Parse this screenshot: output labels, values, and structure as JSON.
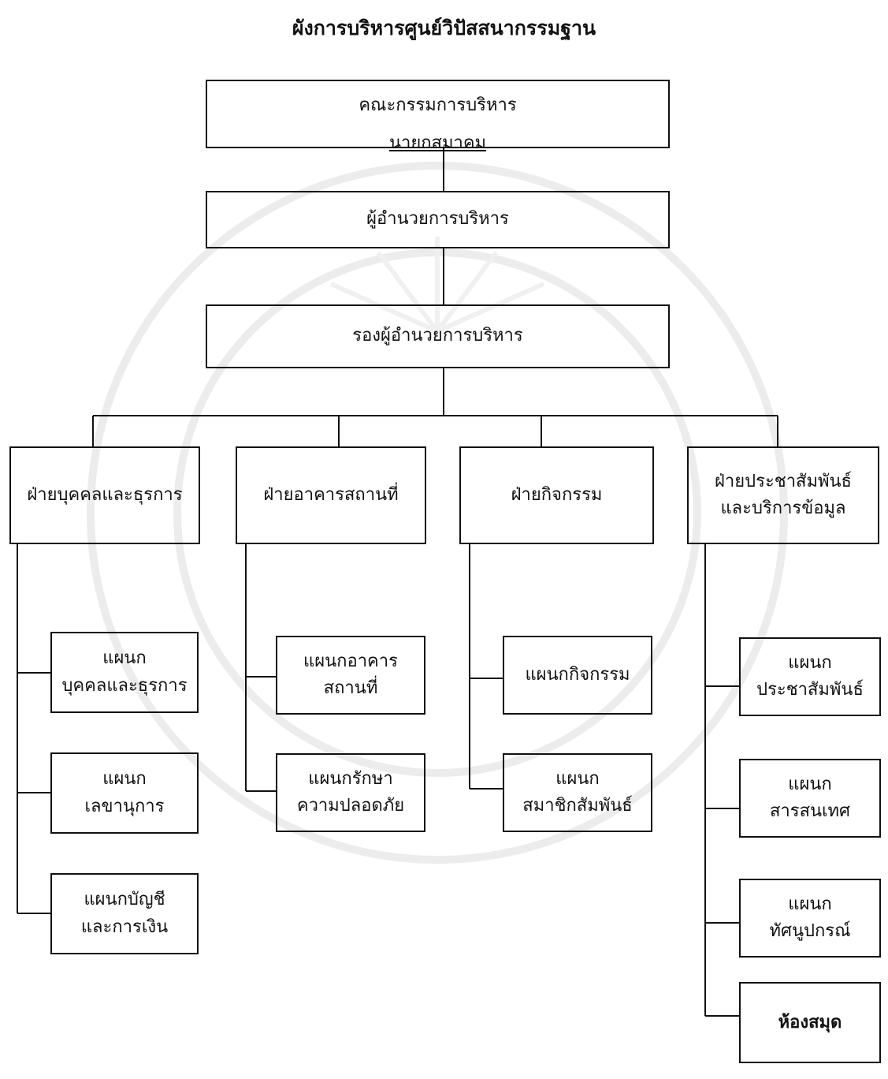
{
  "title": "ผังการบริหารศูนย์วิปัสสนากรรมฐาน",
  "board": {
    "line1": "คณะกรรมการบริหาร",
    "line2": "นายกสมาคม"
  },
  "director": "ผู้อำนวยการบริหาร",
  "deputy": "รองผู้อำนวยการบริหาร",
  "divisions": [
    {
      "lines": [
        "ฝ่ายบุคคลและธุรการ"
      ],
      "units": [
        [
          "แผนก",
          "บุคคลและธุรการ"
        ],
        [
          "แผนก",
          "เลขานุการ"
        ],
        [
          "แผนกบัญชี",
          "และการเงิน"
        ]
      ]
    },
    {
      "lines": [
        "ฝ่ายอาคารสถานที่"
      ],
      "units": [
        [
          "แผนกอาคาร",
          "สถานที่"
        ],
        [
          "แผนกรักษา",
          "ความปลอดภัย"
        ]
      ]
    },
    {
      "lines": [
        "ฝ่ายกิจกรรม"
      ],
      "units": [
        [
          "แผนกกิจกรรม"
        ],
        [
          "แผนก",
          "สมาชิกสัมพันธ์"
        ]
      ]
    },
    {
      "lines": [
        "ฝ่ายประชาสัมพันธ์",
        "และบริการข้อมูล"
      ],
      "units": [
        [
          "แผนก",
          "ประชาสัมพันธ์"
        ],
        [
          "แผนก",
          "สารสนเทศ"
        ],
        [
          "แผนก",
          "ทัศนูปกรณ์"
        ],
        [
          "ห้องสมุด"
        ]
      ]
    }
  ]
}
